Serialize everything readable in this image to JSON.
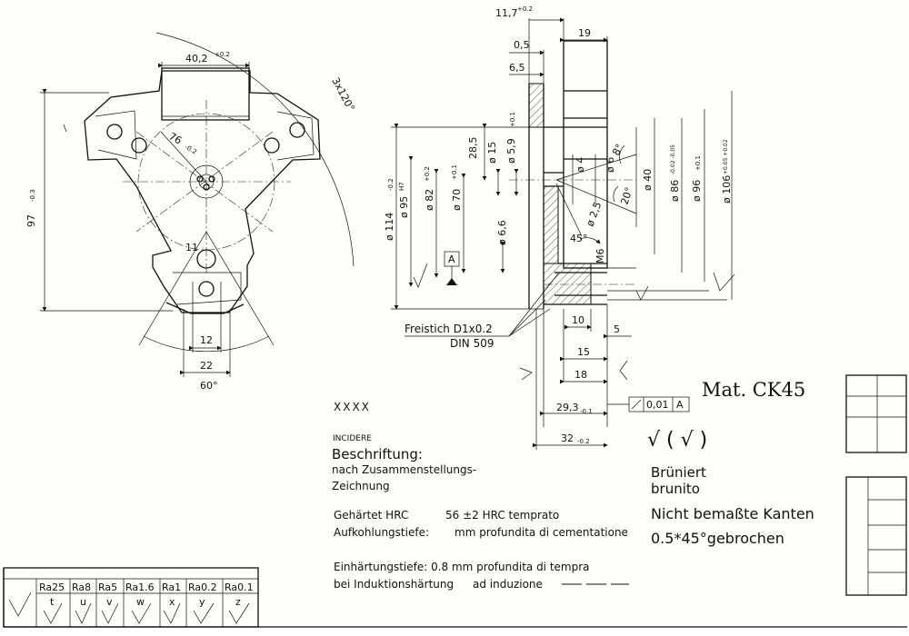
{
  "front_view": {
    "dim_width": "40,2",
    "dim_width_tol": "+0.2",
    "dim_angle_slots": "3x120°",
    "dim_radius": "76",
    "dim_radius_tol": "-0.2",
    "dim_height": "97",
    "dim_height_tol": "-0.3",
    "dim_11": "11",
    "dim_12": "12",
    "dim_22": "22",
    "dim_60": "60°"
  },
  "section_view": {
    "dim_11_7": "11,7",
    "dim_11_7_tol": "+0.2",
    "dim_19": "19",
    "dim_0_5": "0,5",
    "dim_6_5": "6,5",
    "dim_28_5": "28,5",
    "dia_15": "ø 15",
    "dia_5_9": "ø 5,9",
    "dia_5_9_tol": "+0.1",
    "dia_4": "ø 4",
    "dia_6": "ø 6",
    "angle_8": "8°",
    "dia_40": "ø 40",
    "dia_86": "ø 86",
    "dia_86_tol": "-0.02 -0.05",
    "dia_96": "ø 96",
    "dia_96_tol": "+0.1",
    "dia_106": "ø 106",
    "dia_106_tol": "+0.05 +0.02",
    "angle_20": "20°",
    "dia_2_5": "ø 2,5",
    "dia_114": "ø 114",
    "dia_114_tol": "-0.2",
    "dia_95": "ø 95",
    "dia_95_tol": "H7",
    "dia_82": "ø 82",
    "dia_82_tol": "+0.2",
    "dia_70": "ø 70",
    "dia_70_tol": "+0.1",
    "dia_6_6": "ø 6,6",
    "angle_45": "45°",
    "thread_m6": "M6",
    "datum_a": "A",
    "undercut_1": "Freistich D1x0.2",
    "undercut_2": "DIN 509",
    "dim_10": "10",
    "dim_5": "5",
    "dim_15": "15",
    "dim_18": "18",
    "dim_29_3": "29,3",
    "dim_29_3_tol": "-0.1",
    "dim_32": "32",
    "dim_32_tol": "-0.2",
    "tol_value": "0,01",
    "tol_datum": "A"
  },
  "notes": {
    "xxxx": "XXXX",
    "incidere": "INCIDERE",
    "beschriftung": "Beschriftung:",
    "nach": "nach Zusammenstellungs-",
    "zeichnung": "Zeichnung",
    "gehartet": "Gehärtet HRC",
    "hrc_value": "56 ±2 HRC temprato",
    "aufkohlung": "Aufkohlungstiefe:",
    "aufkohlung_it": "mm profundita di cementatione",
    "einhartung": "Einhärtungstiefe: 0.8 mm profundita di tempra",
    "induktion": "bei Induktionshärtung",
    "induzione": "ad induzione",
    "material": "Mat. CK45",
    "surface_symbols": "√ ( √ )",
    "bruniert": "Brüniert",
    "brunito": "brunito",
    "kanten1": "Nicht bemaßte Kanten",
    "kanten2": "0.5*45°gebrochen"
  },
  "roughness_table": {
    "headers": [
      "Ra25",
      "Ra8",
      "Ra5",
      "Ra1.6",
      "Ra1",
      "Ra0.2",
      "Ra0.1"
    ],
    "symbols": [
      "t",
      "u",
      "v",
      "w",
      "x",
      "y",
      "z"
    ]
  }
}
